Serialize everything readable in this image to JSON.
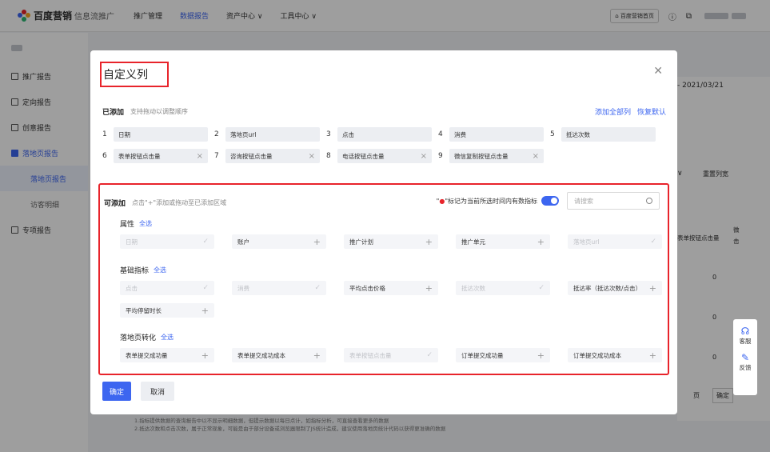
{
  "app": {
    "brand": "百度营销",
    "brand_sub": "信息流推广",
    "nav": [
      "推广管理",
      "数据报告",
      "资产中心 ∨",
      "工具中心 ∨"
    ],
    "nav_active": 1,
    "home_btn": "百度营销首页",
    "top_icons": [
      "?-icon",
      "copy-icon"
    ]
  },
  "sidebar": {
    "items": [
      {
        "label": "推广报告",
        "active": false
      },
      {
        "label": "定向报告",
        "active": false
      },
      {
        "label": "创意报告",
        "active": false
      },
      {
        "label": "落地页报告",
        "active": true
      }
    ],
    "subitems": [
      {
        "label": "落地页报告",
        "active": true
      },
      {
        "label": "访客明细",
        "active": false
      }
    ],
    "last_item": "专项报告"
  },
  "background": {
    "date_range": "- 2021/03/21",
    "reset_cols": "重置列宽",
    "col_header": "表单按钮点击量",
    "col_header2": "微",
    "col_header2b": "击",
    "zero": "0",
    "page_suffix": "页",
    "confirm": "确定",
    "notes": [
      "1.指标提供数据的查询报告中以不显示明细数据，但提示数据以每日点计，如指标分析，可直接查看更多的数据",
      "2.抵达次数和点击次数，属于正常现象，可能是由于部分设备或浏览器限制了JS统计造成，建议使用落地页统计代码以获得更准确的数据"
    ]
  },
  "modal": {
    "title": "自定义列",
    "added_label": "已添加",
    "added_hint": "支持拖动以调整顺序",
    "add_all": "添加全部列",
    "restore": "恢复默认",
    "added_rows": [
      [
        {
          "idx": "1",
          "label": "日期",
          "removable": false
        },
        {
          "idx": "2",
          "label": "落地页url",
          "removable": false
        },
        {
          "idx": "3",
          "label": "点击",
          "removable": false
        },
        {
          "idx": "4",
          "label": "消费",
          "removable": false
        },
        {
          "idx": "5",
          "label": "抵达次数",
          "removable": false
        }
      ],
      [
        {
          "idx": "6",
          "label": "表单按钮点击量",
          "removable": true
        },
        {
          "idx": "7",
          "label": "咨询按钮点击量",
          "removable": true
        },
        {
          "idx": "8",
          "label": "电话按钮点击量",
          "removable": true
        },
        {
          "idx": "9",
          "label": "微信复制按钮点击量",
          "removable": true
        }
      ]
    ],
    "available_label": "可添加",
    "available_hint": "点击\"+\"添加或拖动至已添加区域",
    "toggle_quote_open": "\"",
    "toggle_dot": "●",
    "toggle_text": "\"标记为当前所选时间内有数指标",
    "toggle_on": true,
    "search_placeholder": "请搜索",
    "select_all": "全选",
    "groups": [
      {
        "label": "属性",
        "rows": [
          [
            {
              "label": "日期",
              "state": "added"
            },
            {
              "label": "账户",
              "state": "available"
            },
            {
              "label": "推广计划",
              "state": "available"
            },
            {
              "label": "推广单元",
              "state": "available"
            },
            {
              "label": "落地页url",
              "state": "added"
            }
          ]
        ]
      },
      {
        "label": "基础指标",
        "rows": [
          [
            {
              "label": "点击",
              "state": "added"
            },
            {
              "label": "消费",
              "state": "added"
            },
            {
              "label": "平均点击价格",
              "state": "available"
            },
            {
              "label": "抵达次数",
              "state": "added"
            },
            {
              "label": "抵达率（抵达次数/点击）",
              "state": "available"
            }
          ],
          [
            {
              "label": "平均停留时长",
              "state": "available"
            }
          ]
        ]
      },
      {
        "label": "落地页转化",
        "rows": [
          [
            {
              "label": "表单提交成功量",
              "state": "available"
            },
            {
              "label": "表单提交成功成本",
              "state": "available"
            },
            {
              "label": "表单按钮点击量",
              "state": "added"
            },
            {
              "label": "订单提交成功量",
              "state": "available"
            },
            {
              "label": "订单提交成功成本",
              "state": "available"
            }
          ]
        ]
      }
    ],
    "ok": "确定",
    "cancel": "取消"
  },
  "float_panel": [
    {
      "icon": "headset-icon",
      "label": "客服"
    },
    {
      "icon": "pen-icon",
      "label": "反馈"
    }
  ],
  "colors": {
    "accent": "#3d66f0",
    "highlight_border": "#e8242b"
  }
}
